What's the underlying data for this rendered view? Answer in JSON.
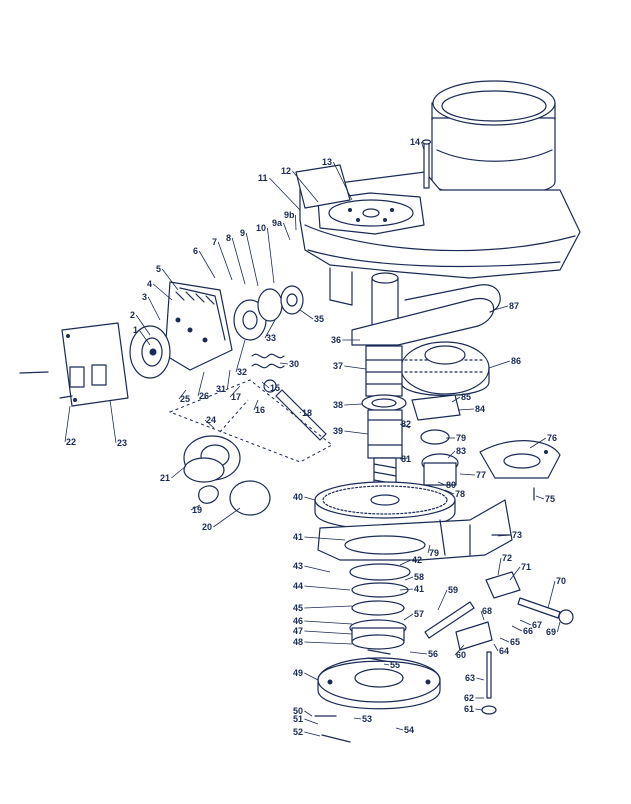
{
  "diagram": {
    "labels": [
      {
        "id": "1",
        "text": "1"
      },
      {
        "id": "2",
        "text": "2"
      },
      {
        "id": "3",
        "text": "3"
      },
      {
        "id": "4",
        "text": "4"
      },
      {
        "id": "5",
        "text": "5"
      },
      {
        "id": "6",
        "text": "6"
      },
      {
        "id": "7",
        "text": "7"
      },
      {
        "id": "8",
        "text": "8"
      },
      {
        "id": "9",
        "text": "9"
      },
      {
        "id": "9a",
        "text": "9a"
      },
      {
        "id": "9b",
        "text": "9b"
      },
      {
        "id": "10",
        "text": "10"
      },
      {
        "id": "11",
        "text": "11"
      },
      {
        "id": "12",
        "text": "12"
      },
      {
        "id": "13",
        "text": "13"
      },
      {
        "id": "14",
        "text": "14"
      },
      {
        "id": "15",
        "text": "15"
      },
      {
        "id": "16",
        "text": "16"
      },
      {
        "id": "17",
        "text": "17"
      },
      {
        "id": "18",
        "text": "18"
      },
      {
        "id": "19",
        "text": "19"
      },
      {
        "id": "20",
        "text": "20"
      },
      {
        "id": "21",
        "text": "21"
      },
      {
        "id": "22",
        "text": "22"
      },
      {
        "id": "23",
        "text": "23"
      },
      {
        "id": "24",
        "text": "24"
      },
      {
        "id": "25",
        "text": "25"
      },
      {
        "id": "26",
        "text": "26"
      },
      {
        "id": "30",
        "text": "30"
      },
      {
        "id": "31",
        "text": "31"
      },
      {
        "id": "32",
        "text": "32"
      },
      {
        "id": "33",
        "text": "33"
      },
      {
        "id": "35",
        "text": "35"
      },
      {
        "id": "36",
        "text": "36"
      },
      {
        "id": "37",
        "text": "37"
      },
      {
        "id": "38",
        "text": "38"
      },
      {
        "id": "39",
        "text": "39"
      },
      {
        "id": "40",
        "text": "40"
      },
      {
        "id": "41a",
        "text": "41"
      },
      {
        "id": "41b",
        "text": "41"
      },
      {
        "id": "42",
        "text": "42"
      },
      {
        "id": "43",
        "text": "43"
      },
      {
        "id": "44",
        "text": "44"
      },
      {
        "id": "45",
        "text": "45"
      },
      {
        "id": "46",
        "text": "46"
      },
      {
        "id": "47",
        "text": "47"
      },
      {
        "id": "48",
        "text": "48"
      },
      {
        "id": "49",
        "text": "49"
      },
      {
        "id": "50",
        "text": "50"
      },
      {
        "id": "51",
        "text": "51"
      },
      {
        "id": "52",
        "text": "52"
      },
      {
        "id": "53",
        "text": "53"
      },
      {
        "id": "54",
        "text": "54"
      },
      {
        "id": "55",
        "text": "55"
      },
      {
        "id": "56",
        "text": "56"
      },
      {
        "id": "57",
        "text": "57"
      },
      {
        "id": "58",
        "text": "58"
      },
      {
        "id": "59",
        "text": "59"
      },
      {
        "id": "60",
        "text": "60"
      },
      {
        "id": "61",
        "text": "61"
      },
      {
        "id": "62",
        "text": "62"
      },
      {
        "id": "63",
        "text": "63"
      },
      {
        "id": "64",
        "text": "64"
      },
      {
        "id": "65",
        "text": "65"
      },
      {
        "id": "66",
        "text": "66"
      },
      {
        "id": "67",
        "text": "67"
      },
      {
        "id": "68",
        "text": "68"
      },
      {
        "id": "69",
        "text": "69"
      },
      {
        "id": "70",
        "text": "70"
      },
      {
        "id": "71",
        "text": "71"
      },
      {
        "id": "72",
        "text": "72"
      },
      {
        "id": "73",
        "text": "73"
      },
      {
        "id": "75",
        "text": "75"
      },
      {
        "id": "76",
        "text": "76"
      },
      {
        "id": "77",
        "text": "77"
      },
      {
        "id": "78",
        "text": "78"
      },
      {
        "id": "79a",
        "text": "79"
      },
      {
        "id": "79b",
        "text": "79"
      },
      {
        "id": "80",
        "text": "80"
      },
      {
        "id": "81",
        "text": "81"
      },
      {
        "id": "82",
        "text": "82"
      },
      {
        "id": "83",
        "text": "83"
      },
      {
        "id": "84",
        "text": "84"
      },
      {
        "id": "85",
        "text": "85"
      },
      {
        "id": "86",
        "text": "86"
      },
      {
        "id": "87",
        "text": "87"
      }
    ]
  }
}
